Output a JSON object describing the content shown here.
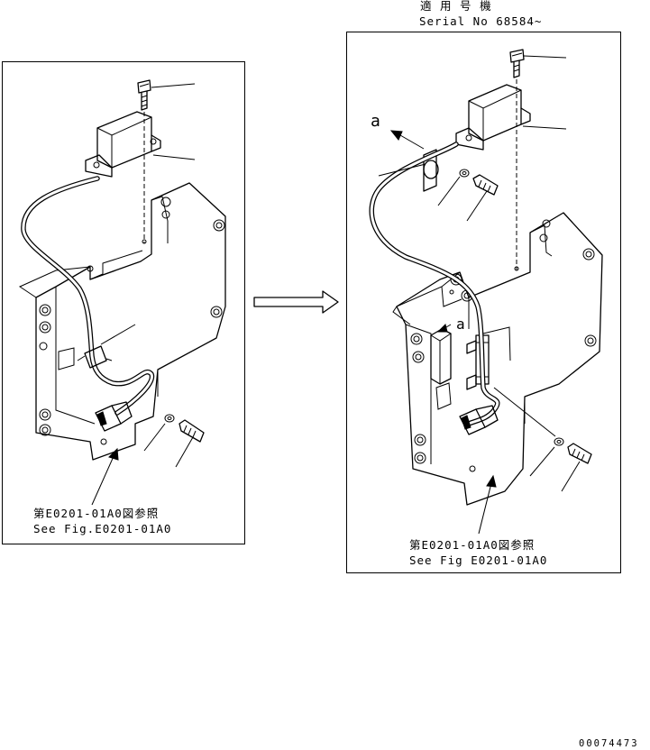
{
  "header": {
    "applicable_jp": "適 用 号 機",
    "serial": "Serial No 68584~"
  },
  "left_panel": {
    "ref_jp": "第E0201-01A0図参照",
    "ref_en": "See Fig.E0201-01A0"
  },
  "right_panel": {
    "view_label": "a",
    "view_label_2": "a",
    "ref_jp": "第E0201-01A0図参照",
    "ref_en": "See Fig E0201-01A0"
  },
  "footer": {
    "drawing_number": "00074473"
  }
}
